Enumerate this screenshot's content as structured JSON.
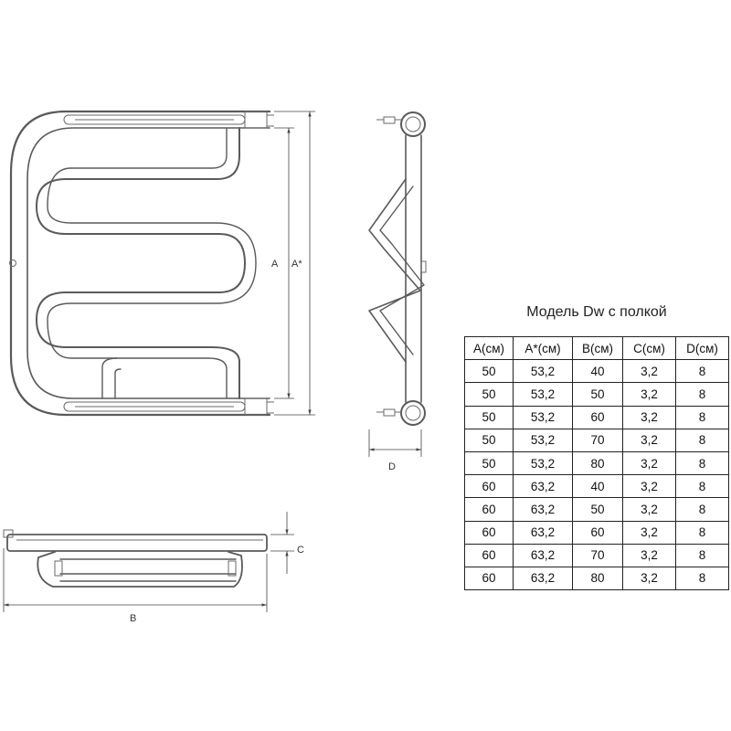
{
  "dimensions": {
    "front_height": "A",
    "front_height_total": "A*",
    "width": "B",
    "shelf_depth": "C",
    "mount_depth": "D"
  },
  "table": {
    "title": "Модель Dw с полкой",
    "columns": [
      "A(см)",
      "A*(см)",
      "B(см)",
      "C(см)",
      "D(см)"
    ],
    "rows": [
      [
        "50",
        "53,2",
        "40",
        "3,2",
        "8"
      ],
      [
        "50",
        "53,2",
        "50",
        "3,2",
        "8"
      ],
      [
        "50",
        "53,2",
        "60",
        "3,2",
        "8"
      ],
      [
        "50",
        "53,2",
        "70",
        "3,2",
        "8"
      ],
      [
        "50",
        "53,2",
        "80",
        "3,2",
        "8"
      ],
      [
        "60",
        "63,2",
        "40",
        "3,2",
        "8"
      ],
      [
        "60",
        "63,2",
        "50",
        "3,2",
        "8"
      ],
      [
        "60",
        "63,2",
        "60",
        "3,2",
        "8"
      ],
      [
        "60",
        "63,2",
        "70",
        "3,2",
        "8"
      ],
      [
        "60",
        "63,2",
        "80",
        "3,2",
        "8"
      ]
    ]
  }
}
